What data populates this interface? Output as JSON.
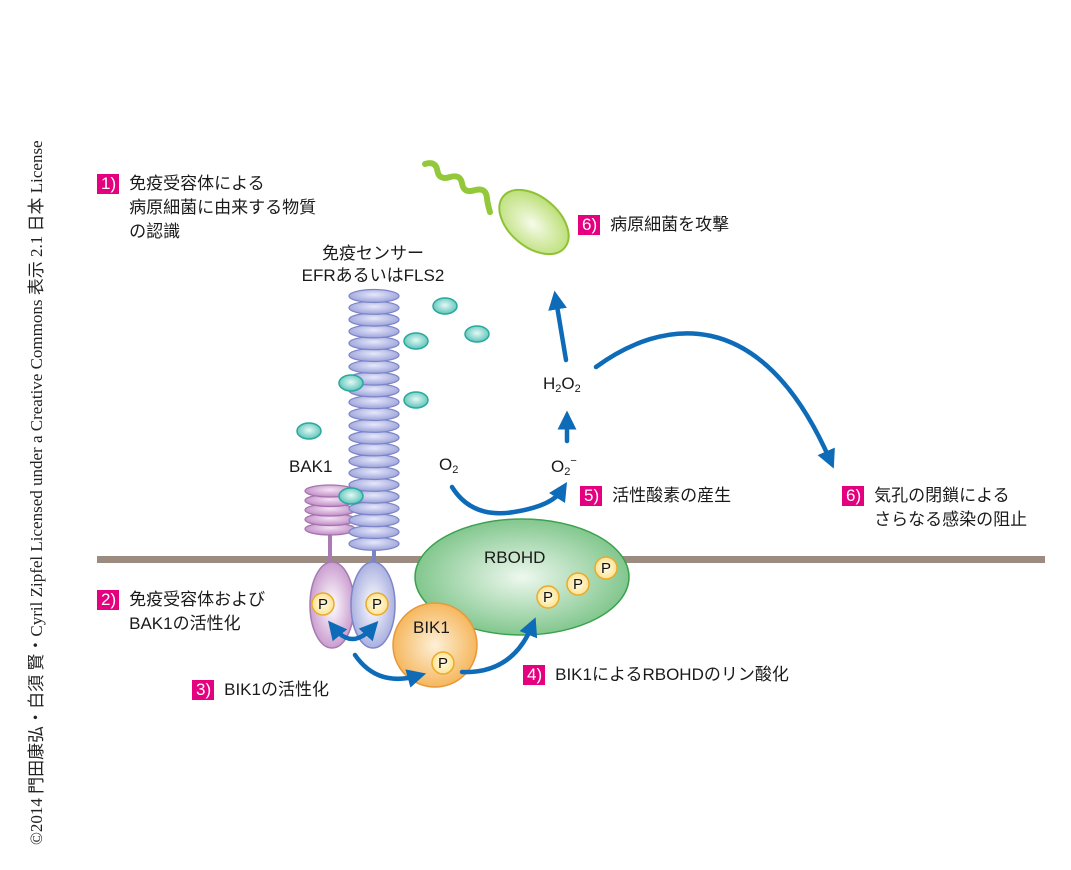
{
  "copyright": "©2014 門田康弘・白須 賢・Cyril Zipfel Licensed under a Creative Commons 表示 2.1 日本 License",
  "colors": {
    "badge": "#e4007f",
    "arrow": "#0e6bb8",
    "membrane": "#9b8b80",
    "efr_receptor": "#a9afe0",
    "bak1": "#c99ace",
    "ligand": "#5fc9bf",
    "rbohd": "#7fc58a",
    "bik1": "#f6b75a",
    "phosphate": "#fde9a0",
    "bacterium": "#a9d34a"
  },
  "steps": [
    {
      "badge": "1)",
      "lines": [
        "免疫受容体による",
        "病原細菌に由来する物質",
        "の認識"
      ]
    },
    {
      "badge": "2)",
      "lines": [
        "免疫受容体および",
        "BAK1の活性化"
      ]
    },
    {
      "badge": "3)",
      "lines": [
        "BIK1の活性化"
      ]
    },
    {
      "badge": "4)",
      "lines": [
        "BIK1によるRBOHDのリン酸化"
      ]
    },
    {
      "badge": "5)",
      "lines": [
        "活性酸素の産生"
      ]
    },
    {
      "badge": "6)",
      "lines": [
        "病原細菌を攻撃"
      ]
    },
    {
      "badge": "6)",
      "lines": [
        "気孔の閉鎖による",
        "さらなる感染の阻止"
      ]
    }
  ],
  "labels": {
    "sensor_line1": "免疫センサー",
    "sensor_line2": "EFRあるいはFLS2",
    "bak1": "BAK1",
    "rbohd": "RBOHD",
    "bik1": "BIK1",
    "phosphate": "P"
  },
  "chemicals": {
    "o2": {
      "base": "O",
      "sub": "2",
      "sup": ""
    },
    "superoxide": {
      "base": "O",
      "sub": "2",
      "sup": "−"
    },
    "h2o2": {
      "h": "H",
      "h_sub": "2",
      "o": "O",
      "o_sub": "2"
    }
  }
}
